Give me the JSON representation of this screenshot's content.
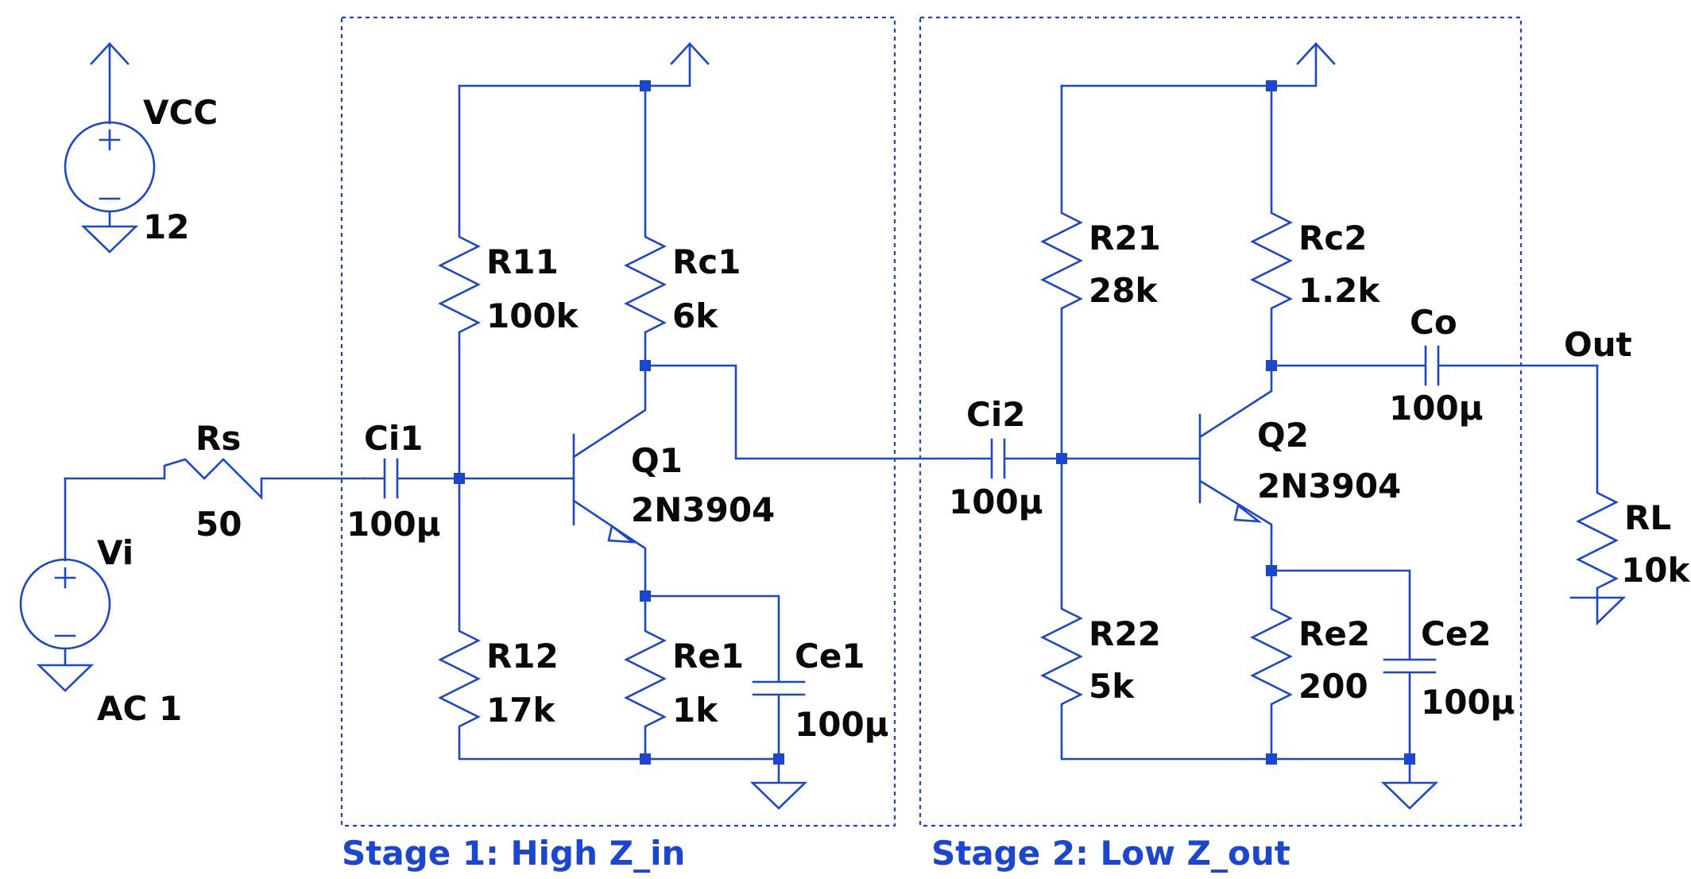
{
  "colors": {
    "wire": "#1b46d1",
    "text": "#0a0a0a",
    "caption": "#1b46d1",
    "background": "#ffffff"
  },
  "stages": {
    "stage1_caption": "Stage 1: High Z_in",
    "stage2_caption": "Stage 2: Low Z_out"
  },
  "sources": {
    "vcc": {
      "name": "VCC",
      "value": "12"
    },
    "vi": {
      "name": "Vi",
      "value": "AC 1"
    }
  },
  "components": {
    "rs": {
      "name": "Rs",
      "value": "50"
    },
    "ci1": {
      "name": "Ci1",
      "value": "100µ"
    },
    "r11": {
      "name": "R11",
      "value": "100k"
    },
    "r12": {
      "name": "R12",
      "value": "17k"
    },
    "rc1": {
      "name": "Rc1",
      "value": "6k"
    },
    "re1": {
      "name": "Re1",
      "value": "1k"
    },
    "ce1": {
      "name": "Ce1",
      "value": "100µ"
    },
    "q1": {
      "name": "Q1",
      "value": "2N3904"
    },
    "ci2": {
      "name": "Ci2",
      "value": "100µ"
    },
    "r21": {
      "name": "R21",
      "value": "28k"
    },
    "r22": {
      "name": "R22",
      "value": "5k"
    },
    "rc2": {
      "name": "Rc2",
      "value": "1.2k"
    },
    "re2": {
      "name": "Re2",
      "value": "200"
    },
    "ce2": {
      "name": "Ce2",
      "value": "100µ"
    },
    "q2": {
      "name": "Q2",
      "value": "2N3904"
    },
    "co": {
      "name": "Co",
      "value": "100µ"
    },
    "rl": {
      "name": "RL",
      "value": "10k"
    }
  },
  "nets": {
    "out": "Out"
  }
}
